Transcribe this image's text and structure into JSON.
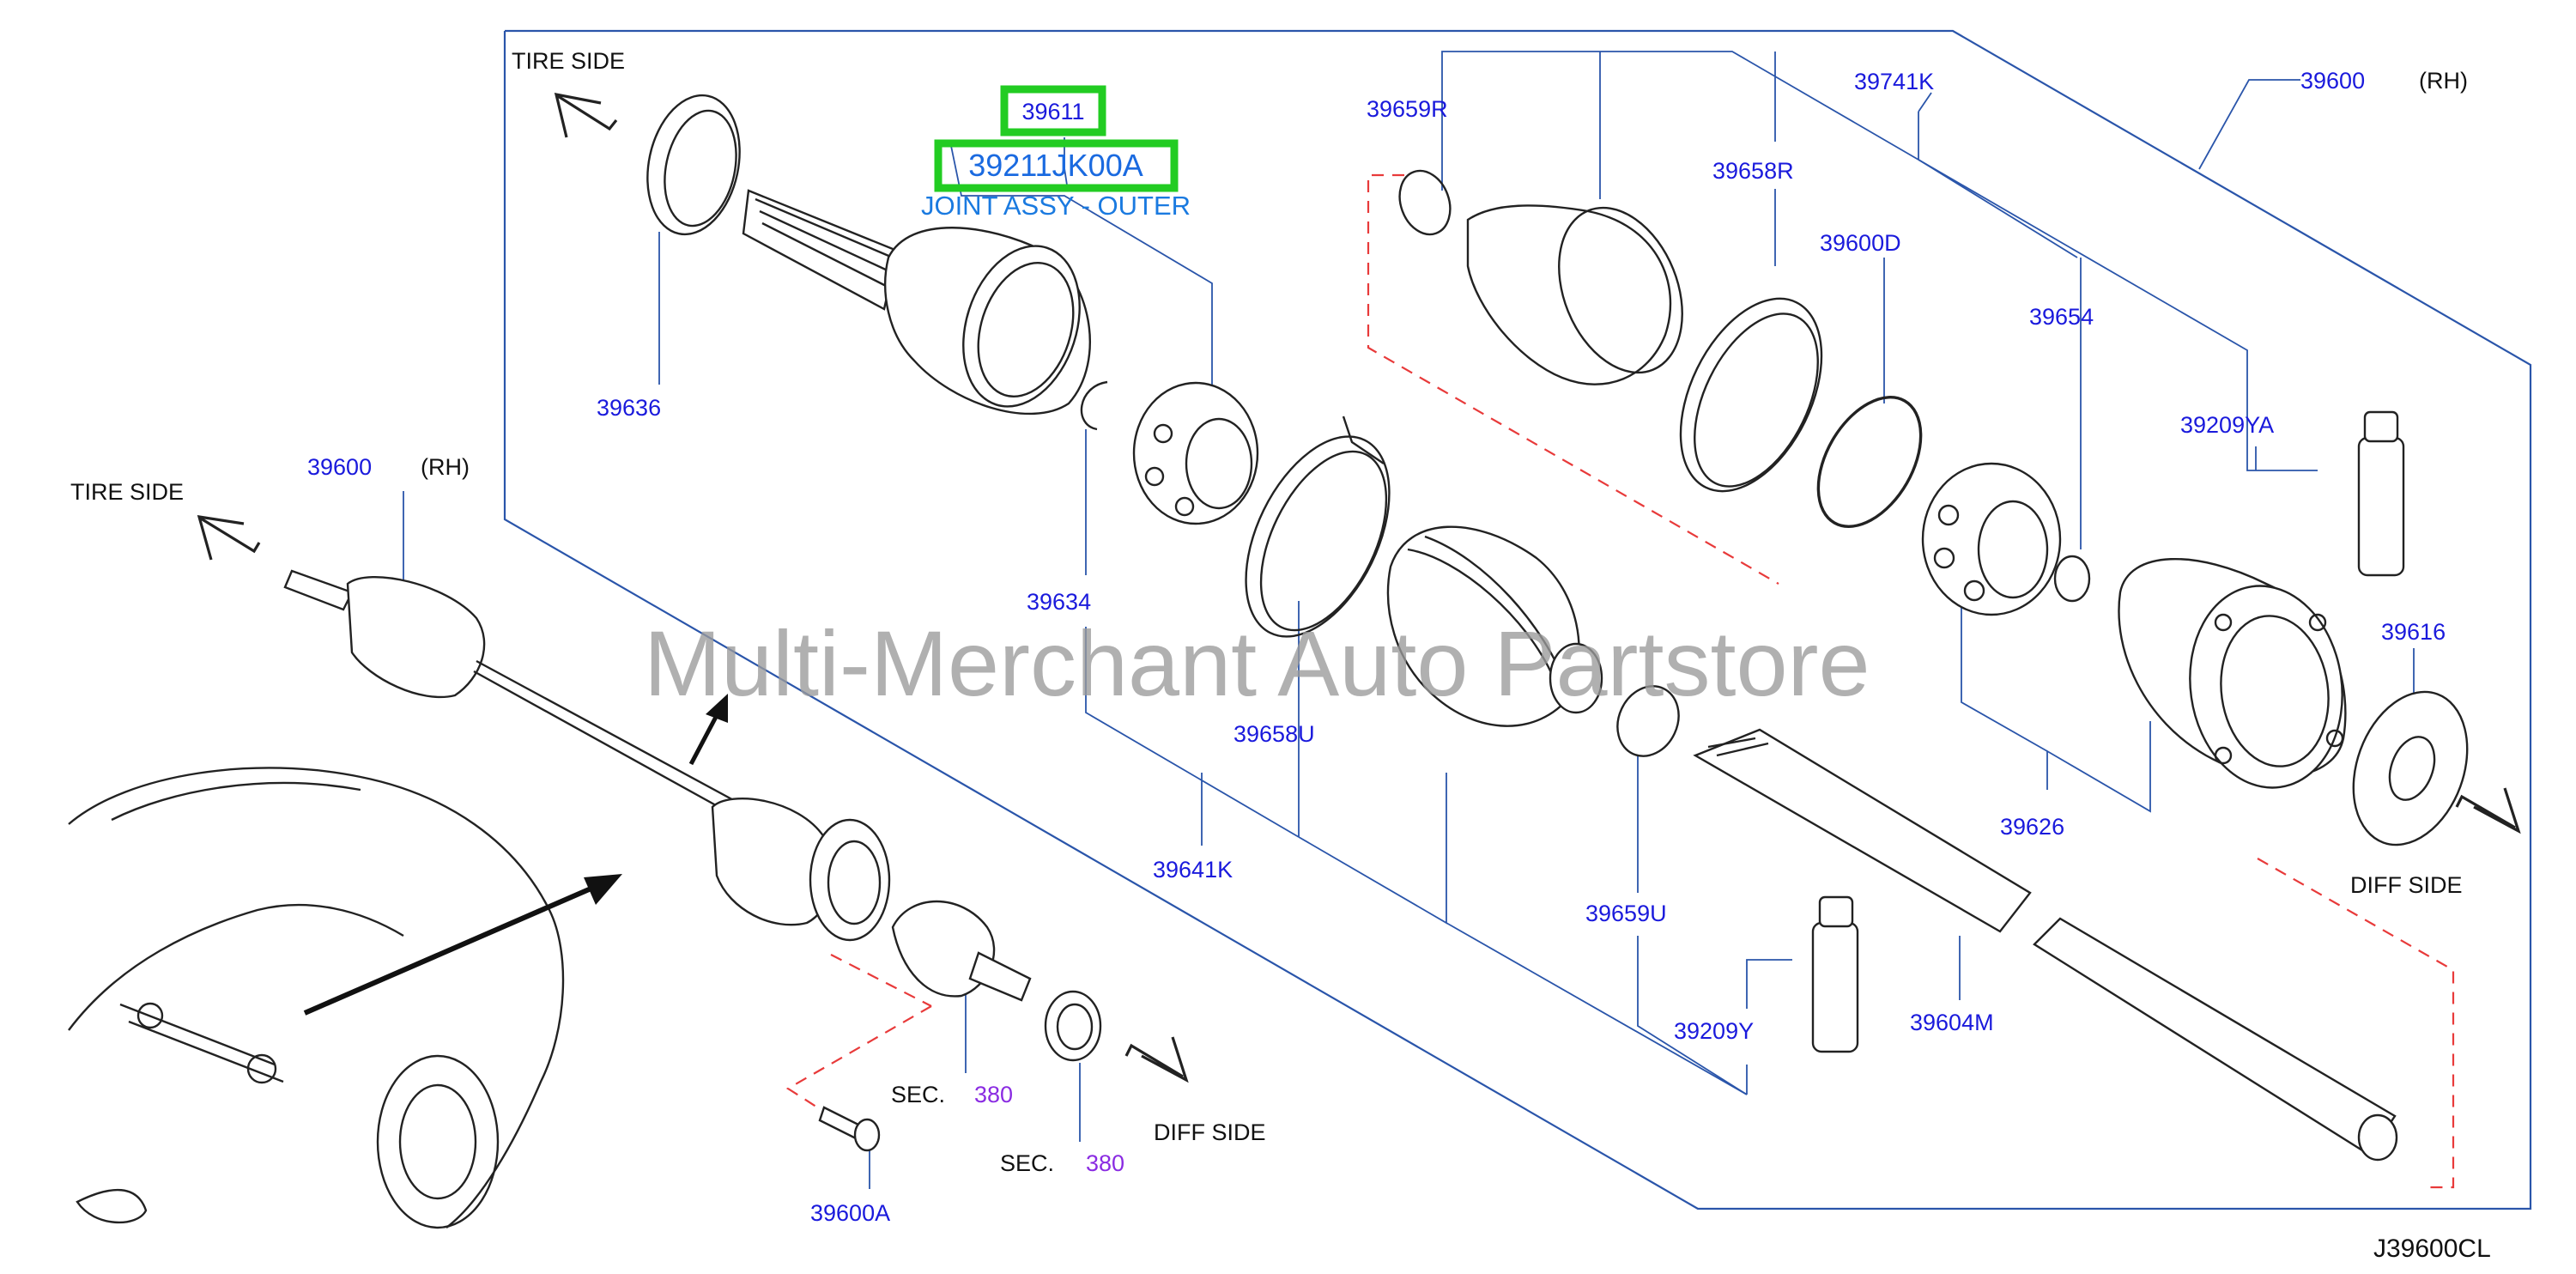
{
  "labels": {
    "tire_side_top": "TIRE  SIDE",
    "tire_side_left": "TIRE  SIDE",
    "diff_side_right": "DIFF  SIDE",
    "diff_side_bottom": "DIFF  SIDE",
    "sec_a": "SEC.",
    "sec_a_num": "380",
    "sec_b": "SEC.",
    "sec_b_num": "380",
    "rh_top": "(RH)",
    "rh_left": "(RH)",
    "diagram_code": "J39600CL"
  },
  "highlight": {
    "part_no": "39611",
    "oem_no": "39211JK00A",
    "description": "JOINT ASSY - OUTER"
  },
  "parts": {
    "p39600_top": "39600",
    "p39600_left": "39600",
    "p39741K": "39741K",
    "p39659R": "39659R",
    "p39658R": "39658R",
    "p39600D": "39600D",
    "p39654": "39654",
    "p39209YA": "39209YA",
    "p39636": "39636",
    "p39634": "39634",
    "p39616": "39616",
    "p39658U": "39658U",
    "p39641K": "39641K",
    "p39626": "39626",
    "p39659U": "39659U",
    "p39209Y": "39209Y",
    "p39604M": "39604M",
    "p39600A": "39600A"
  },
  "watermark": "Multi-Merchant Auto Partstore",
  "colors": {
    "part_label": "#1a1adc",
    "frame": "#2a55aa",
    "dashed": "#e83a3a",
    "highlight": "#22cc22",
    "section_ref": "#8a2be2"
  }
}
